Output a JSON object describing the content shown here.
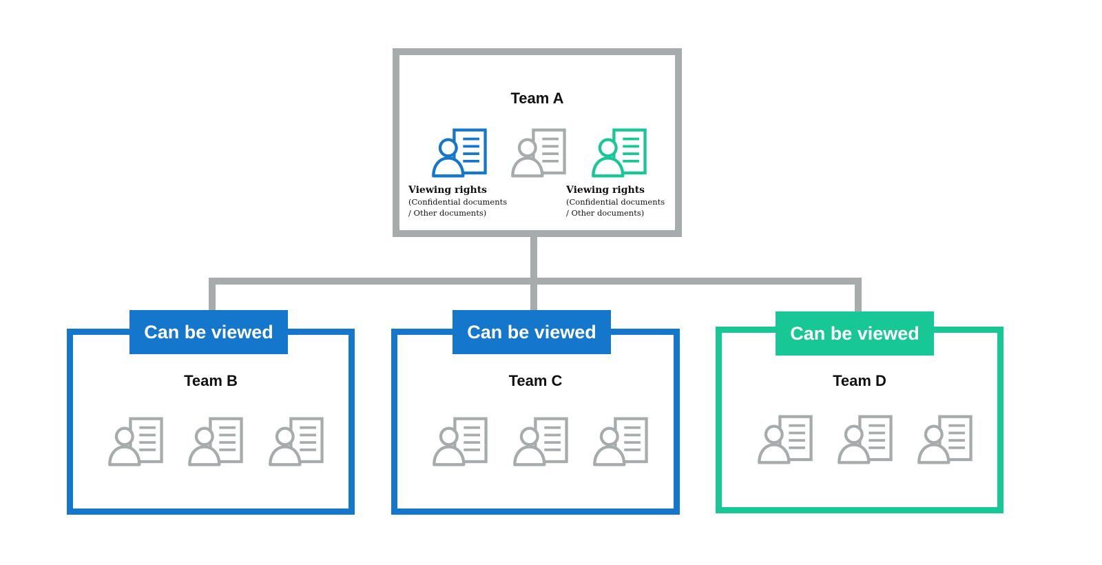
{
  "colors": {
    "gray": "#a7abab",
    "blue": "#1477cc",
    "green": "#18c796"
  },
  "icon_name": "person-document-icon",
  "team_a": {
    "title": "Team A",
    "rights": [
      {
        "title": "Viewing rights",
        "line1": "(Confidential documents",
        "line2": "/ Other documents)"
      },
      {
        "title": "Viewing rights",
        "line1": "(Confidential documents",
        "line2": "/ Other documents)"
      }
    ]
  },
  "teams": [
    {
      "title": "Team B",
      "tag": "Can be viewed"
    },
    {
      "title": "Team C",
      "tag": "Can be viewed"
    },
    {
      "title": "Team D",
      "tag": "Can be viewed"
    }
  ]
}
